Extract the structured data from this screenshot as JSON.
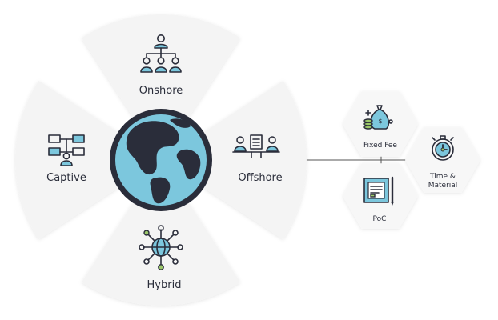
{
  "segments": {
    "onshore": "Onshore",
    "offshore": "Offshore",
    "captive": "Captive",
    "hybrid": "Hybrid"
  },
  "pricing": {
    "fixed_fee": "Fixed Fee",
    "time_material_line1": "Time &",
    "time_material_line2": "Material",
    "poc": "PoC"
  },
  "icons": {
    "onshore": "org-chart-icon",
    "offshore": "meeting-icon",
    "captive": "flowchart-icon",
    "hybrid": "network-globe-icon",
    "center": "globe-icon",
    "fixed_fee": "money-bag-icon",
    "time_material": "stopwatch-icon",
    "poc": "blueprint-icon"
  },
  "colors": {
    "accent_blue": "#7cc7dd",
    "accent_green": "#9cc86a",
    "ink": "#2a2d3a",
    "segment_fill": "#f4f4f4"
  }
}
